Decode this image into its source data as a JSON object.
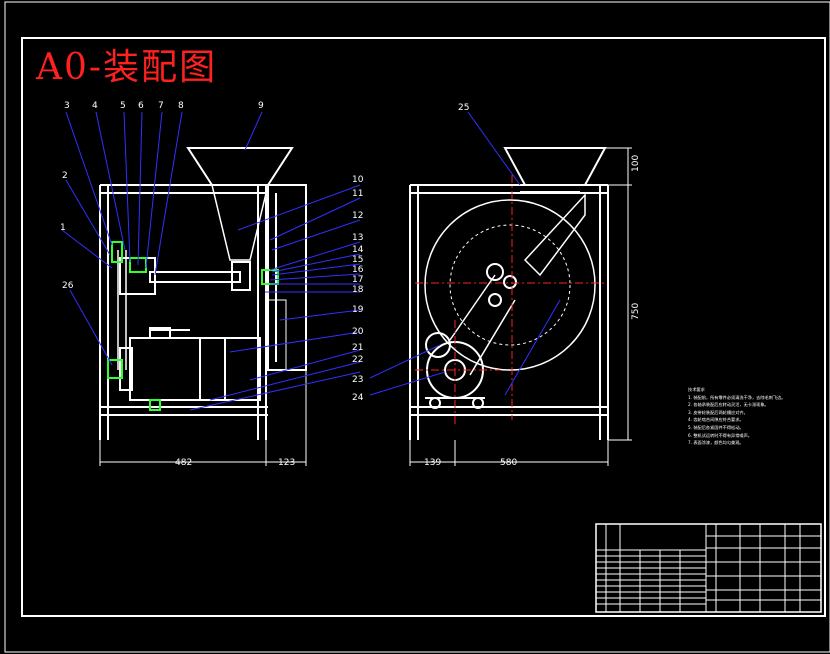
{
  "title": "A0-装配图",
  "part_numbers": [
    "1",
    "2",
    "3",
    "4",
    "5",
    "6",
    "7",
    "8",
    "9",
    "10",
    "11",
    "12",
    "13",
    "14",
    "15",
    "16",
    "17",
    "18",
    "19",
    "20",
    "21",
    "22",
    "23",
    "24",
    "25",
    "26"
  ],
  "dimensions": {
    "front_width": "482",
    "front_side": "123",
    "side_left": "139",
    "side_width": "580",
    "side_top": "100",
    "side_height": "750"
  },
  "tech_requirements": {
    "heading": "技术要求",
    "lines": [
      "1. 装配前，所有零件必须清洗干净，去除毛刺飞边。",
      "2. 各轴承装配后应转动灵活，无卡滞现象。",
      "3. 皮带轮装配后两轮槽应对齐。",
      "4. 齿轮啮合间隙应符合要求。",
      "5. 装配后各紧固件不得松动。",
      "6. 整机试运转时不得有异常噪声。",
      "7. 表面涂漆，颜色均匀美观。"
    ]
  },
  "colors": {
    "line": "#ffffff",
    "leader": "#3030ff",
    "accent": "#30ff30",
    "title": "#ff2020",
    "centerline": "#ff2020"
  }
}
